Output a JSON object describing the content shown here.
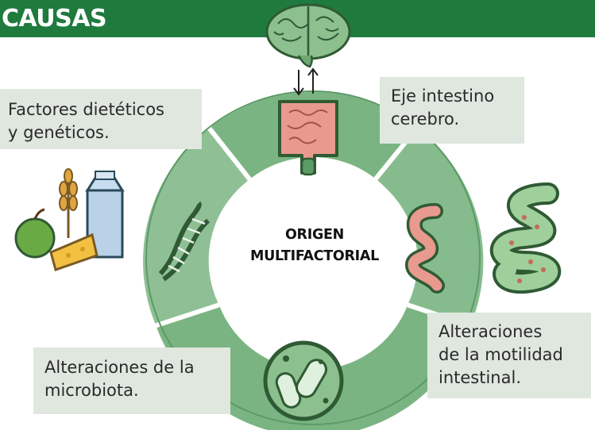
{
  "header": {
    "title": "CAUSAS"
  },
  "colors": {
    "header_green": "#1f7a3e",
    "ring_green": "#7ab482",
    "box_bg": "#dfe7df"
  },
  "center": {
    "line1": "ORIGEN",
    "line2": "MULTIFACTORIAL"
  },
  "boxes": {
    "dietary": {
      "line1": "Factores dietéticos",
      "line2": "y genéticos."
    },
    "gut_brain": {
      "line1": "Eje intestino",
      "line2": "cerebro."
    },
    "motility": {
      "line1": "Alteraciones",
      "line2": "de la motilidad",
      "line3": "intestinal."
    },
    "microbiota": {
      "line1": "Alteraciones de la",
      "line2": "microbiota."
    }
  },
  "icons": [
    "brain-icon",
    "bidirectional-arrows-icon",
    "colon-icon",
    "dna-icon",
    "small-intestine-icon",
    "intestine-illustration-icon",
    "bacteria-icon",
    "food-illustration-icon"
  ]
}
